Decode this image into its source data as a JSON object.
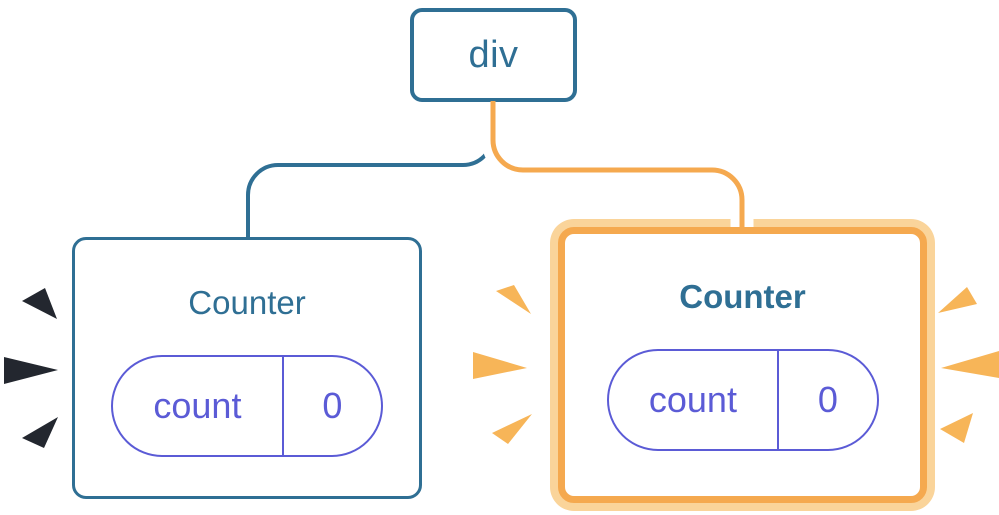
{
  "colors": {
    "blue": "#2F6F94",
    "purple": "#5B5BD6",
    "orange": "#F5A94F",
    "orange-light": "#FAD49A",
    "orange-spark": "#F7B558",
    "ink-dark": "#23272F",
    "card-bg": "#FFFFFF"
  },
  "tree": {
    "root": {
      "label": "div"
    },
    "children": [
      {
        "title": "Counter",
        "state_key": "count",
        "state_value": "0",
        "highlighted": false
      },
      {
        "title": "Counter",
        "state_key": "count",
        "state_value": "0",
        "highlighted": true
      }
    ]
  }
}
